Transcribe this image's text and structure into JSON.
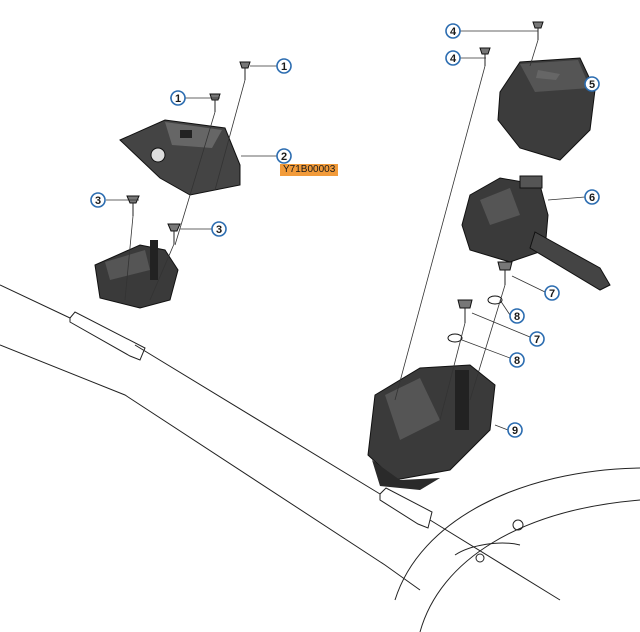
{
  "part_number_label": "Y71B00003",
  "callouts": [
    {
      "label": "1"
    },
    {
      "label": "1"
    },
    {
      "label": "2"
    },
    {
      "label": "3"
    },
    {
      "label": "3"
    },
    {
      "label": "4"
    },
    {
      "label": "4"
    },
    {
      "label": "5"
    },
    {
      "label": "6"
    },
    {
      "label": "7"
    },
    {
      "label": "7"
    },
    {
      "label": "8"
    },
    {
      "label": "8"
    },
    {
      "label": "9"
    }
  ],
  "colors": {
    "callout_ring": "#2b6cb0",
    "part_fill": "#3a3a3a",
    "highlight": "#f29b3a"
  }
}
